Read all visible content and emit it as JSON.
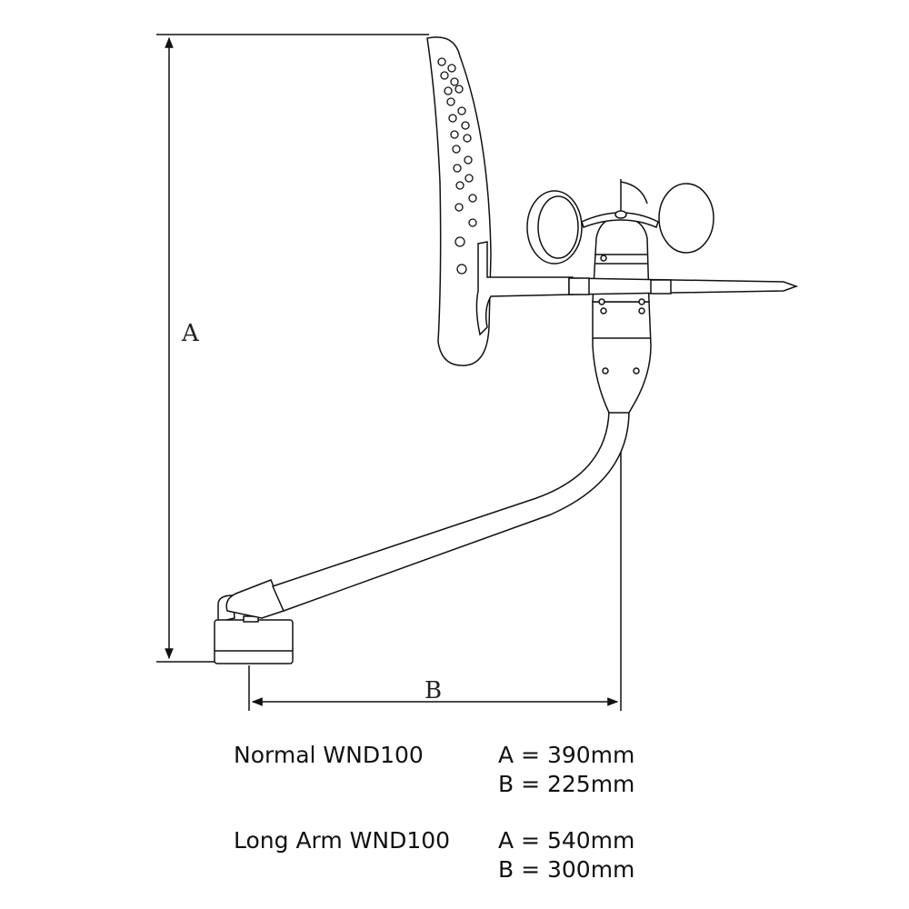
{
  "dimensions": {
    "height_label": "A",
    "reach_label": "B"
  },
  "specs": [
    {
      "name": "Normal WND100",
      "a": "A = 390mm",
      "b": "B = 225mm"
    },
    {
      "name": "Long Arm WND100",
      "a": "A = 540mm",
      "b": "B = 300mm"
    }
  ],
  "colors": {
    "line": "#111111",
    "background": "#ffffff"
  }
}
